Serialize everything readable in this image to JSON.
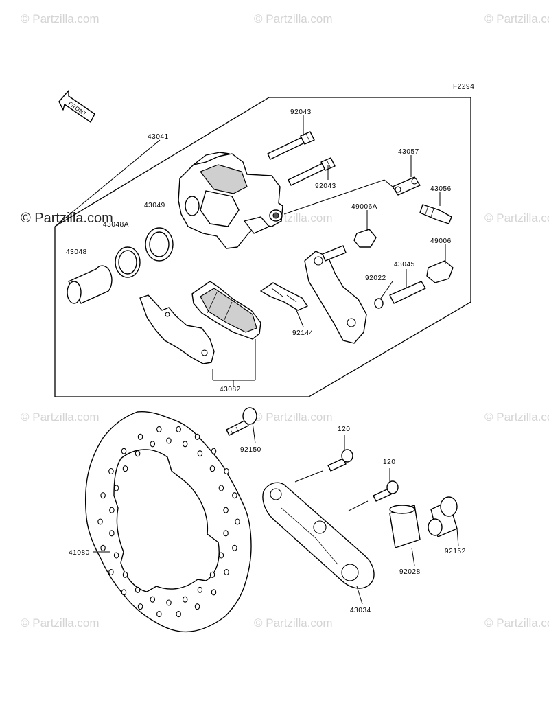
{
  "watermarks": {
    "small": "© Partzilla.com",
    "large": "© Partzilla.com"
  },
  "diagram": {
    "figure_code": "F2294",
    "front_arrow": "FRONT"
  },
  "labels": {
    "p43041": "43041",
    "p92043a": "92043",
    "p92043b": "92043",
    "p43057": "43057",
    "p43056": "43056",
    "p49006a": "49006A",
    "p49006": "49006",
    "p43049": "43049",
    "p43048a": "43048A",
    "p43048": "43048",
    "p43045": "43045",
    "p92022": "92022",
    "p92144": "92144",
    "p43082": "43082",
    "p92150": "92150",
    "p120a": "120",
    "p120b": "120",
    "p41080": "41080",
    "p92152": "92152",
    "p92028": "92028",
    "p43034": "43034"
  },
  "colors": {
    "line": "#000000",
    "watermark": "#d4d4d4",
    "background": "#ffffff"
  }
}
